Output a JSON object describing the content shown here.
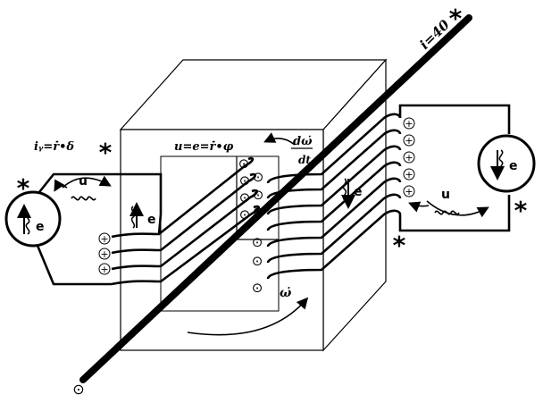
{
  "labels": {
    "current": "i=40",
    "left_formula": "iᵧ=ṙ̇•δ",
    "center_formula": "u=e=ṙ̇•φ",
    "derivative_num": "dω̇",
    "derivative_den": "dt",
    "omega": "ω̇",
    "voltage_left": "u",
    "voltage_right": "u",
    "emf_left_source": "e",
    "emf_right_source": "e",
    "emf_left_coil": "e",
    "emf_right_coil": "e"
  },
  "symbols": {
    "star": "*",
    "plus": "+",
    "dot": "⊙"
  },
  "colors": {
    "ink": "#000000",
    "core_fill": "#ffffff",
    "background": "#ffffff"
  }
}
